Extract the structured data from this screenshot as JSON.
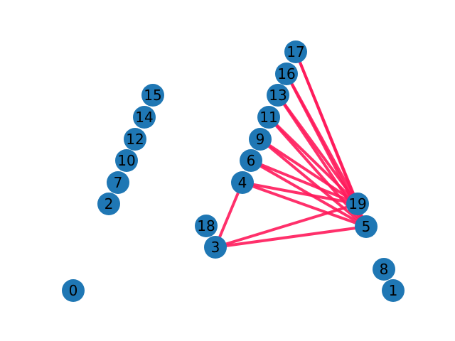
{
  "graph": {
    "colors": {
      "node": "#1f77b4",
      "edge": "#ff1a5b",
      "label": "#000000"
    },
    "nodes": [
      {
        "id": "0"
      },
      {
        "id": "1"
      },
      {
        "id": "2"
      },
      {
        "id": "3"
      },
      {
        "id": "4"
      },
      {
        "id": "5"
      },
      {
        "id": "6"
      },
      {
        "id": "7"
      },
      {
        "id": "8"
      },
      {
        "id": "9"
      },
      {
        "id": "10"
      },
      {
        "id": "11"
      },
      {
        "id": "12"
      },
      {
        "id": "13"
      },
      {
        "id": "14"
      },
      {
        "id": "15"
      },
      {
        "id": "16"
      },
      {
        "id": "17"
      },
      {
        "id": "18"
      },
      {
        "id": "19"
      }
    ],
    "edges": [
      [
        "3",
        "4"
      ],
      [
        "3",
        "5"
      ],
      [
        "3",
        "19"
      ],
      [
        "4",
        "5"
      ],
      [
        "4",
        "19"
      ],
      [
        "6",
        "5"
      ],
      [
        "6",
        "19"
      ],
      [
        "9",
        "5"
      ],
      [
        "9",
        "19"
      ],
      [
        "11",
        "5"
      ],
      [
        "11",
        "19"
      ],
      [
        "13",
        "5"
      ],
      [
        "13",
        "19"
      ],
      [
        "16",
        "5"
      ],
      [
        "16",
        "19"
      ],
      [
        "17",
        "5"
      ],
      [
        "17",
        "19"
      ]
    ]
  }
}
